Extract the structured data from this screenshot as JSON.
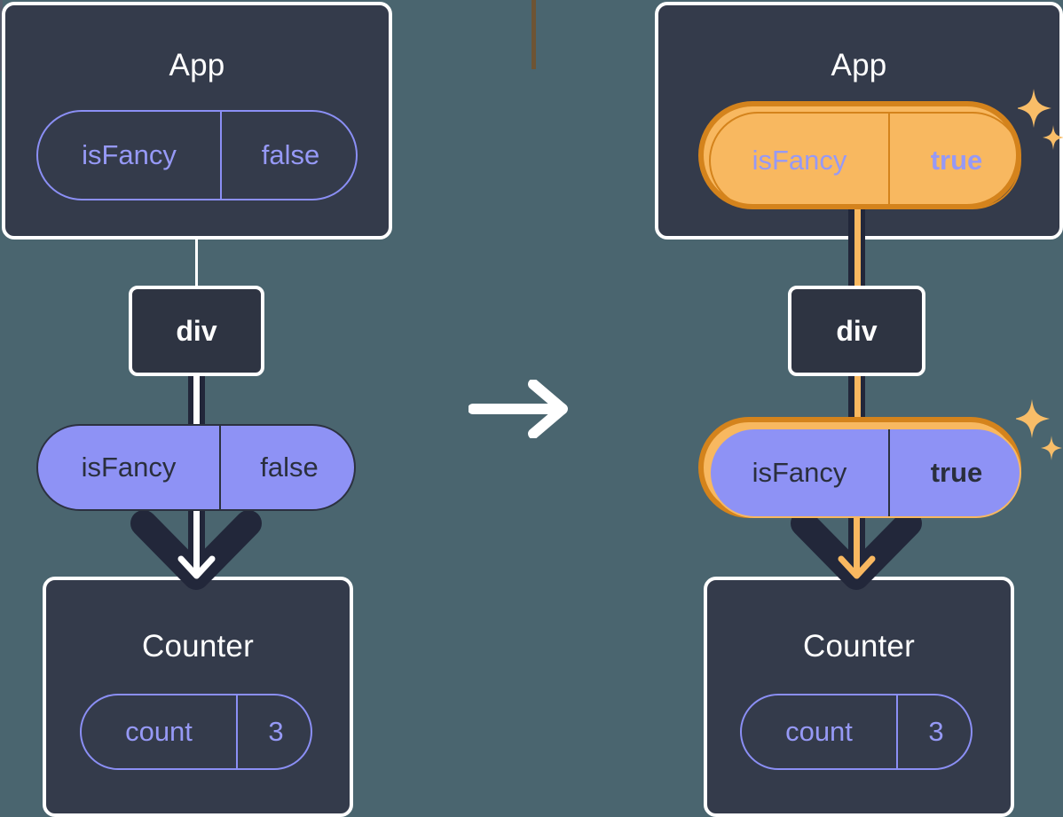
{
  "diagram": {
    "title_hidden": "React state propagation: isFancy false to true",
    "colors": {
      "background": "#4a656f",
      "box_fill": "#343b4b",
      "box_border": "#ffffff",
      "pill_purple": "#8e92f5",
      "pill_outline": "#8b8ff5",
      "highlight_outer": "#d4831c",
      "highlight_inner": "#f8b860",
      "connector_white": "#ffffff",
      "connector_dark": "#22273a",
      "connector_orange": "#f9b860",
      "sparkle": "#f8bd68"
    },
    "transition_arrow": "arrow-right-icon"
  },
  "before": {
    "app": {
      "title": "App",
      "pill": {
        "key": "isFancy",
        "value": "false",
        "highlighted": false
      }
    },
    "div": {
      "label": "div"
    },
    "prop_pill": {
      "key": "isFancy",
      "value": "false",
      "highlighted": false
    },
    "counter": {
      "title": "Counter",
      "pill": {
        "key": "count",
        "value": "3",
        "highlighted": false
      }
    }
  },
  "after": {
    "app": {
      "title": "App",
      "pill": {
        "key": "isFancy",
        "value": "true",
        "highlighted": true
      }
    },
    "div": {
      "label": "div"
    },
    "prop_pill": {
      "key": "isFancy",
      "value": "true",
      "highlighted": true
    },
    "counter": {
      "title": "Counter",
      "pill": {
        "key": "count",
        "value": "3",
        "highlighted": false
      }
    }
  }
}
